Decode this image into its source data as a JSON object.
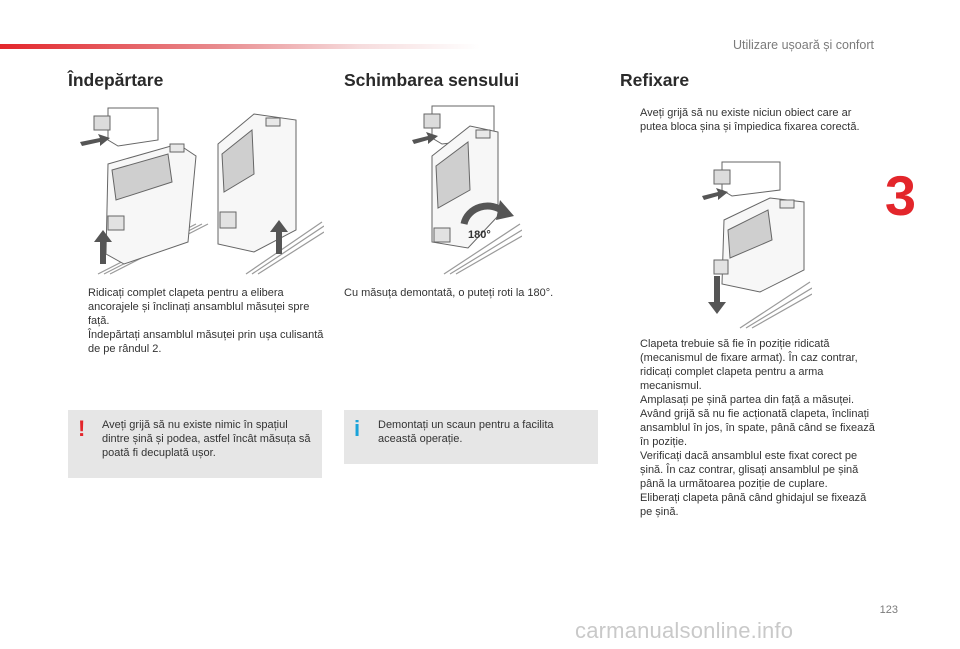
{
  "header": {
    "section_title": "Utilizare ușoară și confort",
    "chapter": "3",
    "page_number": "123"
  },
  "watermark": "carmanualsonline.info",
  "col1": {
    "title": "Îndepărtare",
    "bullets": [
      "Ridicați complet clapeta pentru a elibera ancorajele și înclinați ansamblul măsuței spre față.",
      "Îndepărtați ansamblul măsuței prin ușa culisantă de pe rândul 2."
    ],
    "warning": {
      "icon": "!",
      "text": "Aveți grijă să nu existe nimic în spațiul dintre șină și podea, astfel încât măsuța să poată fi decuplată ușor."
    }
  },
  "col2": {
    "title": "Schimbarea sensului",
    "figure_label": "180°",
    "text": "Cu măsuța demontată, o puteți roti la 180°.",
    "info": {
      "icon": "i",
      "text": "Demontați un scaun pentru a facilita această operație."
    }
  },
  "col3": {
    "title": "Refixare",
    "bullets_top": [
      "Aveți grijă să nu existe niciun obiect care ar putea bloca șina și împiedica fixarea corectă."
    ],
    "bullets_bottom": [
      "Clapeta trebuie să fie în poziție ridicată (mecanismul de fixare armat). În caz contrar, ridicați complet clapeta pentru a arma mecanismul.",
      "Amplasați pe șină partea din față a măsuței.",
      "Având grijă să nu fie acționată clapeta, înclinați ansamblul în jos, în spate, până când se fixează în poziție.",
      "Verificați dacă ansamblul este fixat corect pe șină. În caz contrar, glisați ansamblul pe șină până la următoarea poziție de cuplare.",
      "Eliberați clapeta până când ghidajul se fixează pe șină."
    ]
  },
  "bullet_glyph": "",
  "colors": {
    "accent_red": "#e3262b",
    "info_blue": "#1aa3d9",
    "note_bg": "#e6e6e6"
  }
}
